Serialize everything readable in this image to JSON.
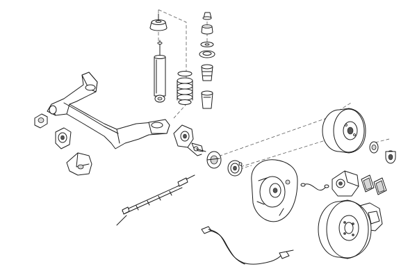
{
  "diagram": {
    "type": "exploded-view",
    "colors": {
      "line": "#1a1a1a",
      "shade": "#d6d6d6",
      "background": "#ffffff"
    },
    "parts": [
      "top-mount-cap",
      "shock-absorber",
      "coil-spring",
      "bump-stop-stack",
      "rear-axle-beam",
      "axle-bushings",
      "stub-axle-bracket",
      "wheel-bearing",
      "brake-backing-plate",
      "brake-drum",
      "brake-disc",
      "brake-caliper",
      "brake-pads",
      "abs-sensor-cable",
      "brake-hose",
      "handbrake-cable"
    ]
  }
}
